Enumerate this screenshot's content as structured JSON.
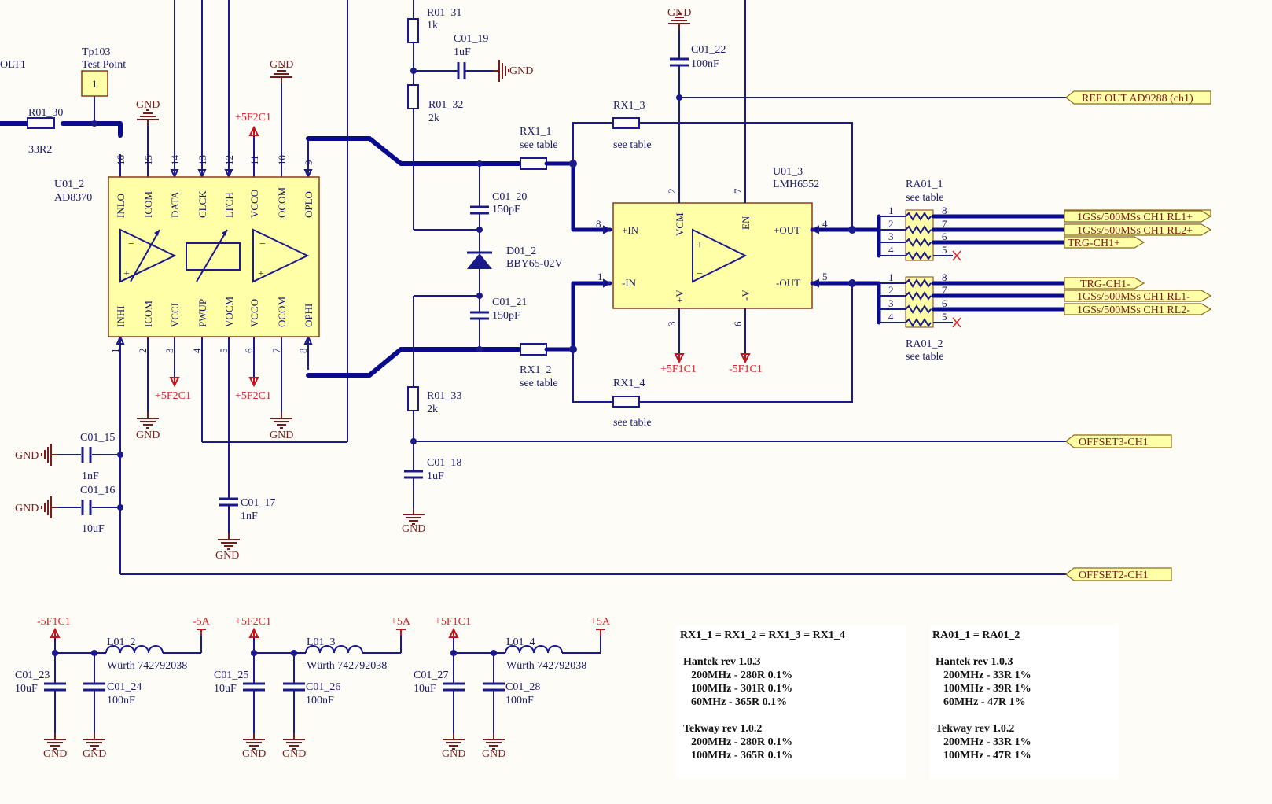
{
  "labels": {
    "left_edge_net": "OLT1",
    "tp103": "Tp103",
    "test_point": "Test Point",
    "tp_pin": "1",
    "r01_30": "R01_30",
    "r01_30_val": "33R2",
    "u01_2": "U01_2",
    "u01_2_part": "AD8370",
    "r01_31": "R01_31",
    "r01_31_val": "1k",
    "c01_19": "C01_19",
    "c01_19_val": "1uF",
    "r01_32": "R01_32",
    "r01_32_val": "2k",
    "c01_20": "C01_20",
    "c01_20_val": "150pF",
    "d01_2": "D01_2",
    "d01_2_part": "BBY65-02V",
    "c01_21": "C01_21",
    "c01_21_val": "150pF",
    "r01_33": "R01_33",
    "r01_33_val": "2k",
    "c01_18": "C01_18",
    "c01_18_val": "1uF",
    "c01_22": "C01_22",
    "c01_22_val": "100nF",
    "rx1_1": "RX1_1",
    "rx1_2": "RX1_2",
    "rx1_3": "RX1_3",
    "rx1_4": "RX1_4",
    "see_table": "see table",
    "u01_3": "U01_3",
    "u01_3_part": "LMH6552",
    "ra01_1": "RA01_1",
    "ra01_2": "RA01_2",
    "c01_15": "C01_15",
    "c01_15_val": "1nF",
    "c01_16": "C01_16",
    "c01_16_val": "10uF",
    "c01_17": "C01_17",
    "c01_17_val": "1nF",
    "gnd": "GND",
    "p5f2c1": "+5F2C1",
    "p5f1c1": "+5F1C1",
    "m5f1c1": "-5F1C1",
    "m5a": "-5A",
    "p5a": "+5A",
    "l01_2": "L01_2",
    "l01_3": "L01_3",
    "l01_4": "L01_4",
    "wurth": "Würth 742792038",
    "c01_23": "C01_23",
    "c01_24": "C01_24",
    "c01_25": "C01_25",
    "c01_26": "C01_26",
    "c01_27": "C01_27",
    "c01_28": "C01_28",
    "v10uf": "10uF",
    "v100nf": "100nF"
  },
  "ad8370_top_pins": [
    {
      "num": "16",
      "name": "INLO"
    },
    {
      "num": "15",
      "name": "ICOM"
    },
    {
      "num": "14",
      "name": "DATA"
    },
    {
      "num": "13",
      "name": "CLCK"
    },
    {
      "num": "12",
      "name": "LTCH"
    },
    {
      "num": "11",
      "name": "VCCO"
    },
    {
      "num": "10",
      "name": "OCOM"
    },
    {
      "num": "9",
      "name": "OPLO"
    }
  ],
  "ad8370_bottom_pins": [
    {
      "num": "1",
      "name": "INHI"
    },
    {
      "num": "2",
      "name": "ICOM"
    },
    {
      "num": "3",
      "name": "VCCI"
    },
    {
      "num": "4",
      "name": "PWUP"
    },
    {
      "num": "5",
      "name": "VOCM"
    },
    {
      "num": "6",
      "name": "VCCO"
    },
    {
      "num": "7",
      "name": "OCOM"
    },
    {
      "num": "8",
      "name": "OPHI"
    }
  ],
  "lmh6552_pins": {
    "pin_in_p": "+IN",
    "pin_in_n": "-IN",
    "pin_vcm": "VCM",
    "pin_en": "EN",
    "pin_out_p": "+OUT",
    "pin_out_n": "-OUT",
    "pin_vp": "+V",
    "pin_vn": "-V",
    "n8": "8",
    "n1": "1",
    "n2": "2",
    "n7": "7",
    "n4": "4",
    "n5": "5",
    "n3": "3",
    "n6": "6"
  },
  "array_pins": {
    "p1": "1",
    "p2": "2",
    "p3": "3",
    "p4": "4",
    "p5": "5",
    "p6": "6",
    "p7": "7",
    "p8": "8"
  },
  "net_labels": {
    "ref_out": "REF OUT AD9288 (ch1)",
    "rl1p": "1GSs/500MSs CH1 RL1+",
    "rl2p": "1GSs/500MSs CH1 RL2+",
    "trgp": "TRG-CH1+",
    "trgn": "TRG-CH1-",
    "rl1n": "1GSs/500MSs CH1 RL1-",
    "rl2n": "1GSs/500MSs CH1 RL2-",
    "offset3": "OFFSET3-CH1",
    "offset2": "OFFSET2-CH1"
  },
  "table_rx": {
    "title": "RX1_1 = RX1_2 = RX1_3 = RX1_4",
    "rows": [
      "Hantek rev 1.0.3",
      "200MHz - 280R 0.1%",
      "100MHz - 301R 0.1%",
      "60MHz  - 365R 0.1%",
      "Tekway rev 1.0.2",
      "200MHz - 280R 0.1%",
      "100MHz - 365R 0.1%"
    ]
  },
  "table_ra": {
    "title": "RA01_1 = RA01_2",
    "rows": [
      "Hantek rev 1.0.3",
      "200MHz - 33R 1%",
      "100MHz - 39R 1%",
      "60MHz  - 47R 1%",
      "Tekway rev 1.0.2",
      "200MHz - 33R 1%",
      "100MHz - 47R 1%"
    ]
  }
}
